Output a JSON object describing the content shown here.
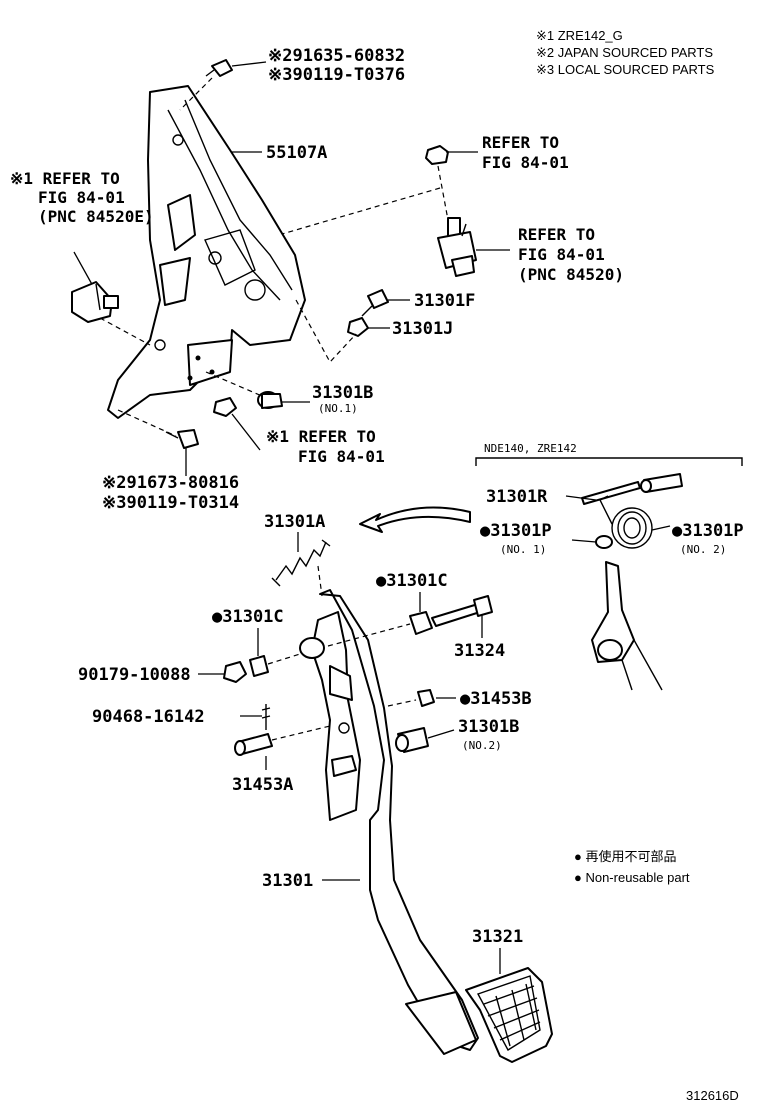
{
  "notes": {
    "n1": "※1 ZRE142_G",
    "n2": "※2 JAPAN SOURCED PARTS",
    "n3": "※3 LOCAL SOURCED PARTS"
  },
  "top_bolt": {
    "jp": "※291635-60832",
    "local": "※390119-T0376"
  },
  "bracket_label": "55107A",
  "refer_nut": {
    "l1": "REFER TO",
    "l2": "FIG 84-01"
  },
  "refer_switch": {
    "l1": "REFER TO",
    "l2": "FIG 84-01",
    "l3": "(PNC 84520)"
  },
  "refer_left": {
    "l1": "※1 REFER TO",
    "l2": "FIG 84-01",
    "l3": "(PNC 84520E)"
  },
  "refer_lower": {
    "l1": "※1  REFER TO",
    "l2": "FIG 84-01"
  },
  "parts": {
    "p31301F": "31301F",
    "p31301J": "31301J",
    "p31301B_1": "31301B",
    "p31301B_1_sub": "(NO.1)",
    "bottom_bolt_jp": "※291673-80816",
    "bottom_bolt_local": "※390119-T0314",
    "p31301A": "31301A",
    "p31301C_a": "●31301C",
    "p31301C_b": "●31301C",
    "p31324": "31324",
    "p90179": "90179-10088",
    "p31453B": "●31453B",
    "p90468": "90468-16142",
    "p31301B_2": "31301B",
    "p31301B_2_sub": "(NO.2)",
    "p31453A": "31453A",
    "p31301": "31301",
    "p31321": "31321"
  },
  "variant": {
    "label": "NDE140, ZRE142",
    "p31301R": "31301R",
    "p31301P_1": "●31301P",
    "p31301P_1_sub": "(NO. 1)",
    "p31301P_2": "●31301P",
    "p31301P_2_sub": "(NO. 2)"
  },
  "legend": {
    "item1": "● 再使用不可部品",
    "item2": "● Non-reusable part"
  },
  "figure_id": "312616D"
}
